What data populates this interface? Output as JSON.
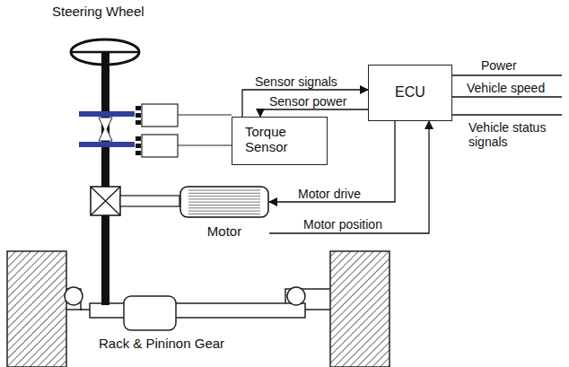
{
  "diagram": {
    "nodes": [
      {
        "text": [
          "Torque Sensor"
        ]
      },
      {
        "text": [
          "ECU"
        ]
      },
      {
        "text": [
          "Motor"
        ]
      }
    ],
    "edges": [
      {
        "from": 0,
        "to": 1,
        "arrow": "to",
        "label": "Sensor signals"
      },
      {
        "from": 1,
        "to": 0,
        "arrow": "to",
        "label": "Sensor power"
      },
      {
        "from": 1,
        "to": 2,
        "arrow": "to",
        "label": "Motor drive"
      },
      {
        "from": 2,
        "to": 1,
        "arrow": "to",
        "label": "Motor position"
      }
    ],
    "labels": [
      "Steering Wheel",
      "Power",
      "Vehicle speed",
      "Vehicle status signals",
      "Rack & Pininon Gear"
    ]
  }
}
